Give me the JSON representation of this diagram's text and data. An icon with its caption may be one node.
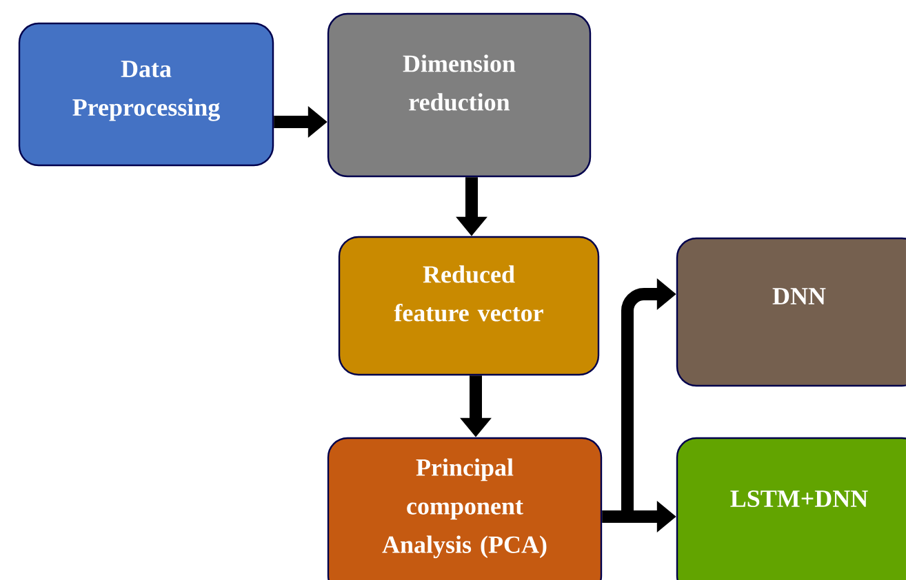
{
  "diagram": {
    "nodes": [
      {
        "text": [
          "Data Preprocessing"
        ]
      },
      {
        "text": [
          "Dimension reduction"
        ]
      },
      {
        "text": [
          "Reduced feature vector"
        ]
      },
      {
        "text": [
          "Principal component Analysis (PCA)"
        ]
      },
      {
        "text": [
          "DNN"
        ]
      },
      {
        "text": [
          "LSTM+DNN"
        ]
      }
    ],
    "edges": [
      {
        "from": 0,
        "to": 1,
        "arrow": "to"
      },
      {
        "from": 1,
        "to": 2,
        "arrow": "to"
      },
      {
        "from": 2,
        "to": 3,
        "arrow": "to"
      },
      {
        "from": 3,
        "to": 4,
        "arrow": "to"
      },
      {
        "from": 3,
        "to": 5,
        "arrow": "to"
      }
    ]
  }
}
